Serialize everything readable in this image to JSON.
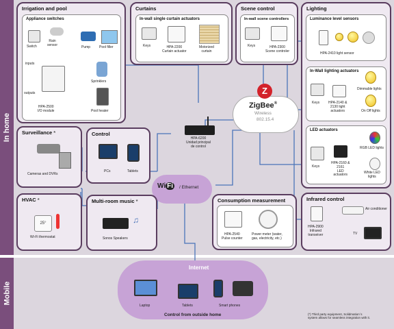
{
  "bands": {
    "home_label": "In home",
    "mobile_label": "Mobile"
  },
  "irrigation": {
    "title": "Irrigation and pool",
    "appliance_title": "Appliance switches",
    "switch": "Switch",
    "rain_sensor": "Rain\nsensor",
    "pump": "Pump",
    "pool_filler": "Pool filler",
    "inputs": "inputs",
    "outputs": "outputs",
    "sprinklers": "Sprinklers",
    "module": "HPA-2500\nI/O module",
    "pool_heater": "Pool heater"
  },
  "curtains": {
    "title": "Curtains",
    "inner_title": "In-wall single curtain actuators",
    "keys": "Keys",
    "actuator": "HPA-2200\nCurtain actuator",
    "curtain": "Motorized\ncurtain"
  },
  "scene": {
    "title": "Scene control",
    "inner_title": "In-wall scene controllers",
    "keys": "Keys",
    "controller": "HPA-2300\nScene controler"
  },
  "lighting": {
    "title": "Lighting",
    "lum_title": "Luminance level sensors",
    "lum_sensor": "HPA-2410 light sensor",
    "inwall_title": "In-Wall lighting actuators",
    "keys": "Keys",
    "actuators": "HPA-2140 &\n2130 light\nactuators",
    "dimmable": "Dimmable lights",
    "onoff": "On Off lights",
    "led_title": "LED actuators",
    "led_keys": "Keys",
    "led_actuators": "HPA-2160 &\n2161\nLED\nactuators",
    "rgb": "RGB LED lights",
    "white": "White LED\nlights"
  },
  "zigbee": {
    "brand": "ZigBee",
    "mark": "®",
    "sub1": "Wireless",
    "sub2": "802.15.4"
  },
  "control_unit": {
    "label": "HPA-6200\nUnidad principal\nde control"
  },
  "surveillance": {
    "title": "Surveillance",
    "star": "*",
    "label": "Cameras and DVRs"
  },
  "control": {
    "title": "Control",
    "pcs": "PCs",
    "tablets": "Tablets"
  },
  "wifi": {
    "wi": "Wi",
    "fi": "Fi",
    "ethernet": "/ Ethernet"
  },
  "hvac": {
    "title": "HVAC",
    "star": "*",
    "temp": "25°",
    "label": "Wi-Fi thermostat"
  },
  "music": {
    "title": "Multi-room music",
    "star": "*",
    "label": "Sonos Speakers"
  },
  "consumption": {
    "title": "Consumption measurement",
    "counter": "HPA-2540\nPulse counter",
    "meter": "Power meter (water,\ngas, electricity, etc.)"
  },
  "infrared": {
    "title": "Infrared control",
    "transceiver": "HPA-2900\nInfrared\ntranseiver",
    "ac": "Air conditioner",
    "tv": "TV"
  },
  "mobile": {
    "internet": "Internet",
    "laptop": "Laptop",
    "tablets": "Tablets",
    "phones": "Smart phones",
    "caption": "Control from outside home"
  },
  "footnote": "(*) Third party equipment, Solidmation´s\nsystem allows for seamless integration with it.",
  "colors": {
    "band": "#d9d3db",
    "tab": "#7a4e7c",
    "panel_border": "#5a3d5f",
    "line": "#4a73b8",
    "cloud": "#c7a3d6"
  }
}
